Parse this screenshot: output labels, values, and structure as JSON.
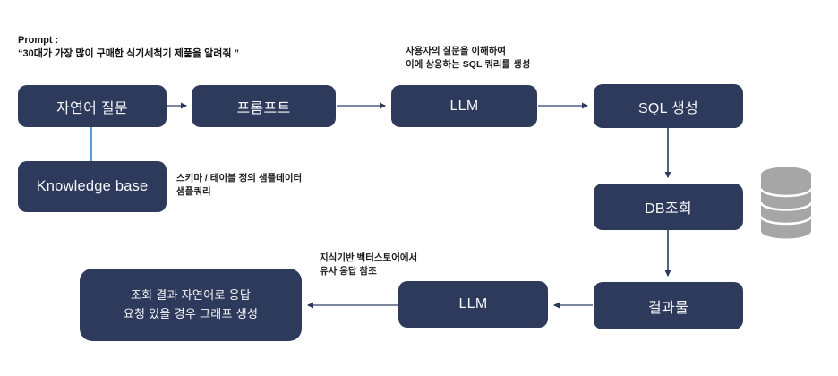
{
  "diagram_title": "NL-to-SQL LLM pipeline flow",
  "prompt_note": {
    "label": "Prompt :",
    "quote": "“30대가 가장 많이 구매한 식기세척기 제품을 알려줘 ”"
  },
  "nodes": {
    "natural_question": "자연어 질문",
    "prompt": "프롬프트",
    "llm_top": "LLM",
    "sql_generation": "SQL 생성",
    "knowledge_base": "Knowledge base",
    "db_query": "DB조회",
    "result": "결과물",
    "llm_bottom": "LLM",
    "final_output": "조회 결과 자연어로 응답\n요청 있을 경우 그래프 생성"
  },
  "annotations": {
    "llm_top_note": "사용자의 질문을 이해하여\n이에 상응하는 SQL 쿼리를 생성",
    "knowledge_base_note": "스키마 / 테이블 정의 샘플데이터\n샘플쿼리",
    "llm_bottom_note": "지식기반 벡터스토어에서\n유사 응답 참조"
  },
  "icons": {
    "database": "database-icon"
  },
  "colors": {
    "node_fill": "#2e3a5c",
    "node_text": "#f7f8fa",
    "connector_line": "#7c86a0",
    "arrowhead": "#2e3a5c",
    "kb_connector": "#5b9bd5",
    "database_icon": "#a6a6a6",
    "background": "#ffffff"
  }
}
